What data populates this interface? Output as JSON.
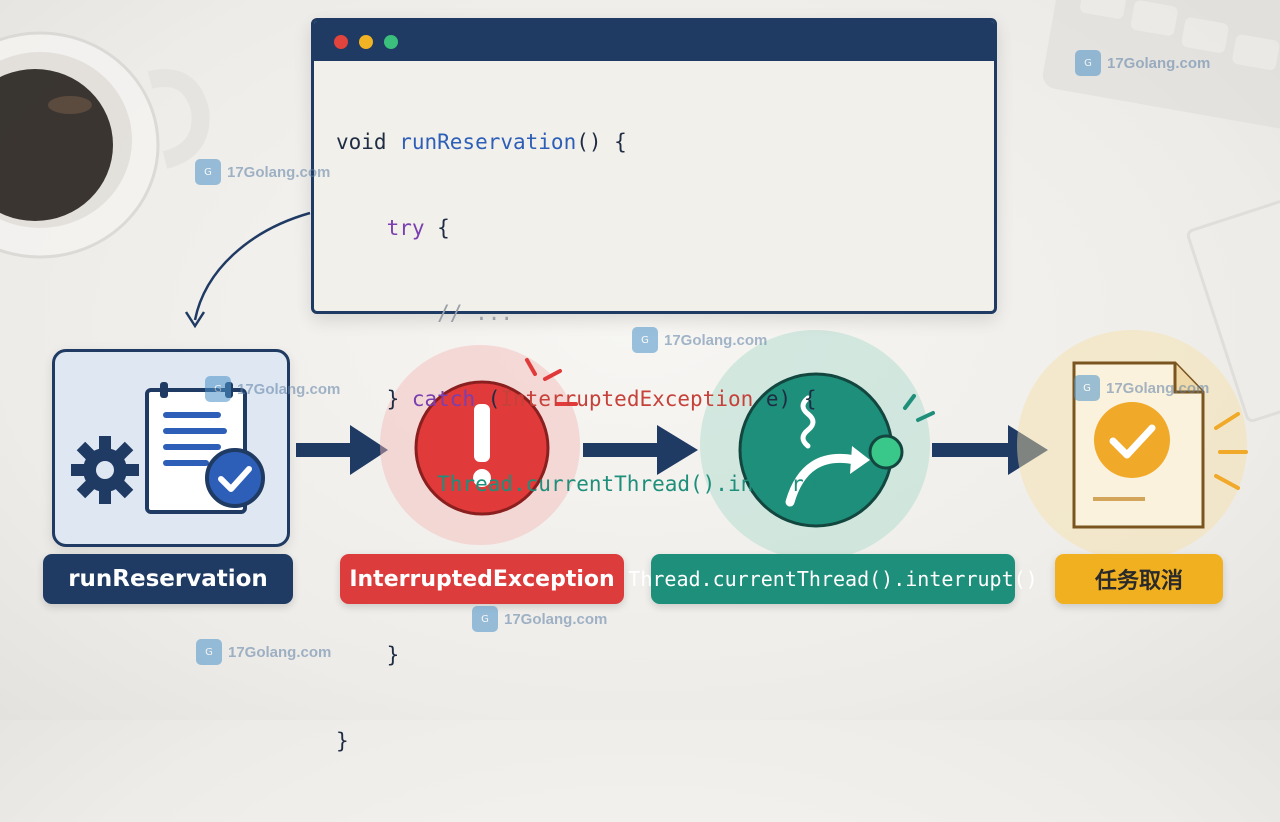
{
  "code": {
    "line1": {
      "a": "void ",
      "b": "runReservation",
      "c": "() {"
    },
    "line2": {
      "a": "try",
      "b": " {"
    },
    "line3": "// ...",
    "line4": {
      "a": "} ",
      "b": "catch",
      "c": " (",
      "d": "InterruptedException",
      "e": " e) {"
    },
    "line5": "Thread.currentThread().interrupt();",
    "line6": "// ...",
    "line7": "}",
    "line8": "}"
  },
  "steps": [
    {
      "label": "runReservation",
      "icon": "gear-document-check-icon",
      "color": "#1f3a63"
    },
    {
      "label": "InterruptedException",
      "icon": "exclamation-icon",
      "color": "#dc3c3c"
    },
    {
      "label": "Thread.currentThread().interrupt()",
      "icon": "interrupt-arrow-icon",
      "color": "#1e8f7a"
    },
    {
      "label": "任务取消",
      "icon": "document-check-icon",
      "color": "#f0b020"
    }
  ],
  "watermark": "17Golang.com"
}
